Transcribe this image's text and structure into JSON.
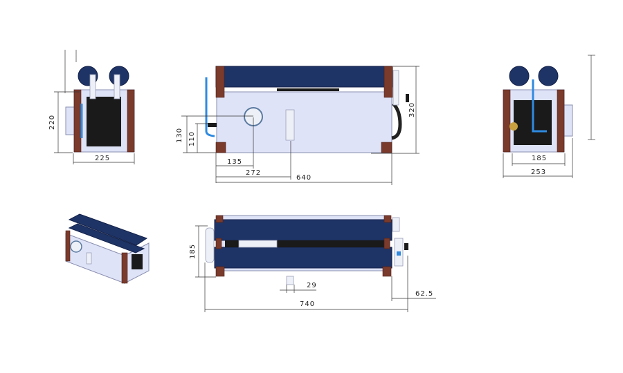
{
  "views": {
    "left_side": {
      "dimensions": {
        "height": "220",
        "width": "225"
      }
    },
    "front": {
      "dimensions": {
        "port_height": "130",
        "inlet_height": "110",
        "port_offset": "135",
        "gauge_offset": "272",
        "length": "640",
        "height": "320"
      }
    },
    "right_side": {
      "dimensions": {
        "inner_width": "185",
        "width": "253"
      }
    },
    "top": {
      "dimensions": {
        "depth": "185",
        "foot_width": "29",
        "overall_length": "740",
        "valve_overhang": "62.5"
      }
    },
    "isometric": {}
  },
  "colors": {
    "frame": "#dfe3f7",
    "membrane_tube": "#1f3466",
    "corner_block": "#7a3a2c",
    "hose": "#2f8ae0"
  }
}
